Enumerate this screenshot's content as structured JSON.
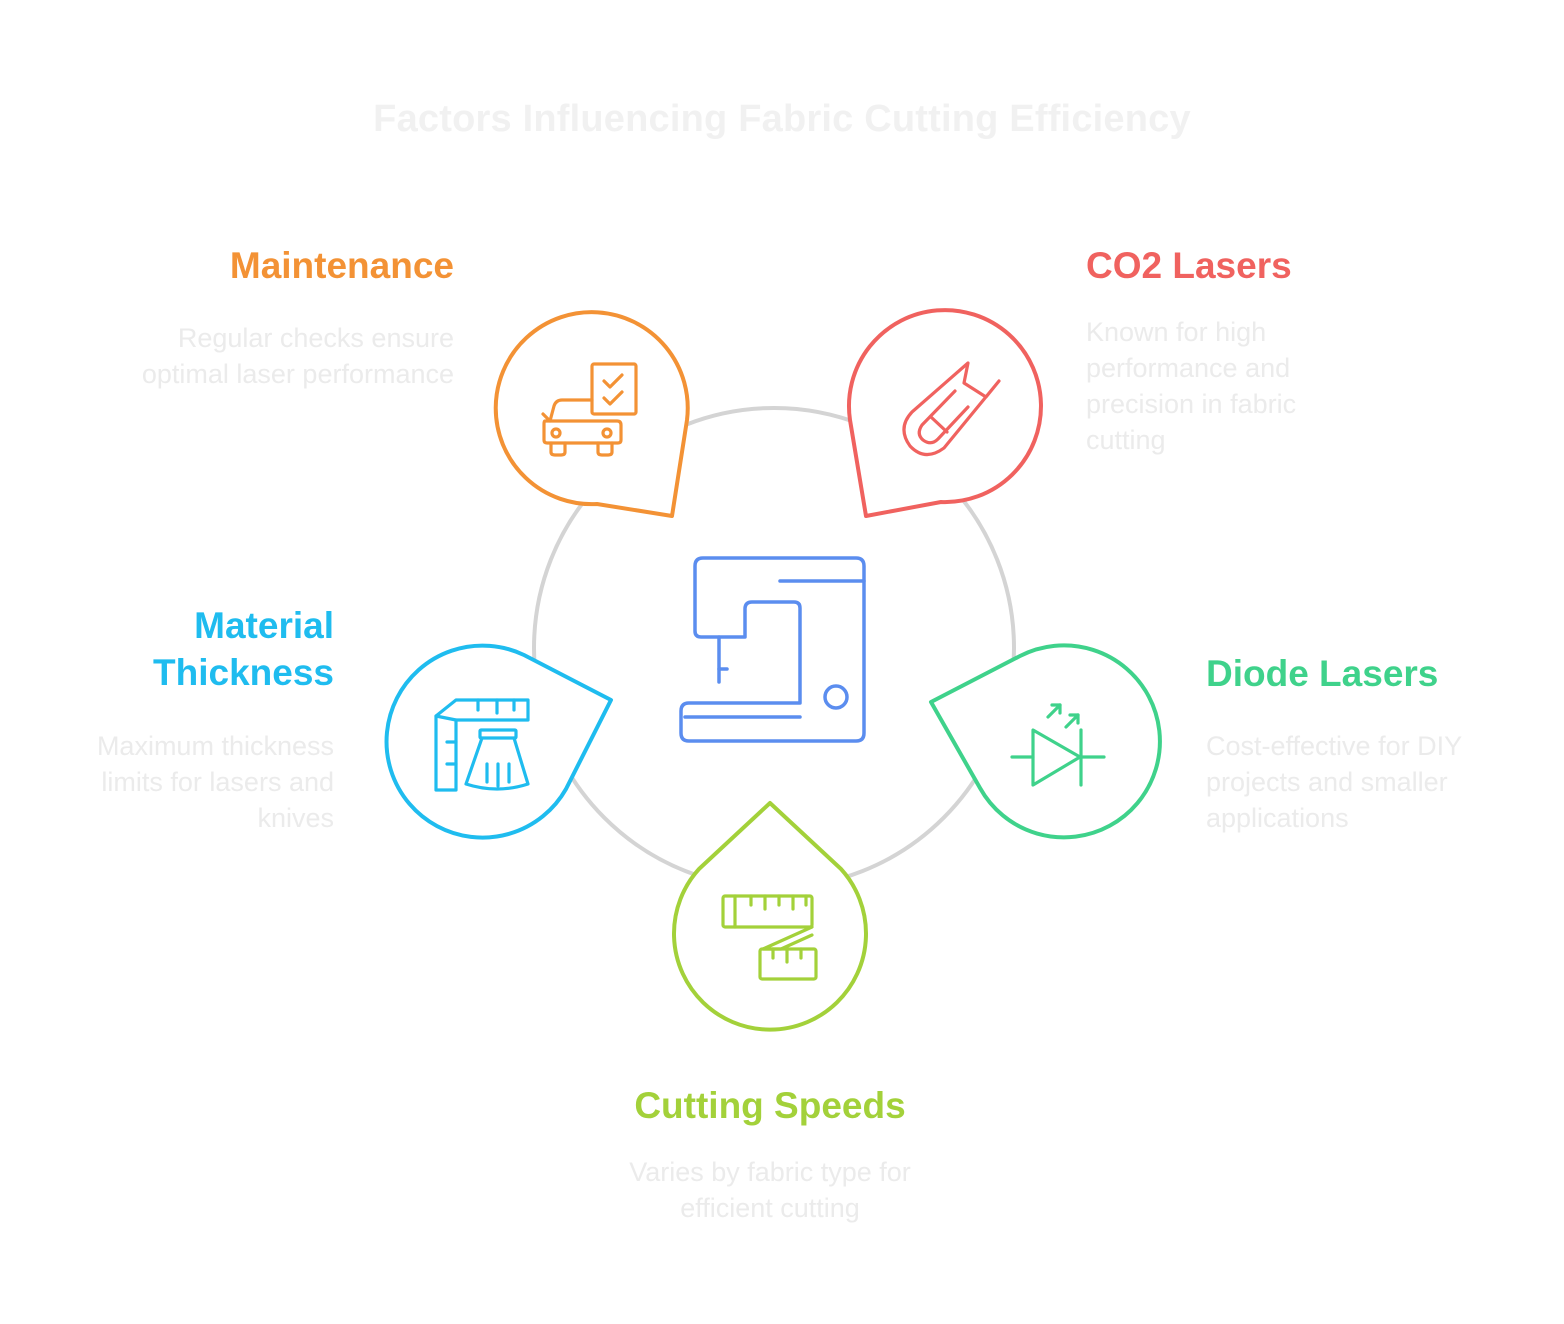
{
  "title": "Factors Influencing Fabric Cutting Efficiency",
  "colors": {
    "ring": "#d4d4d4",
    "center_icon": "#5b8def",
    "maintenance": "#f39235",
    "co2": "#f0625f",
    "diode": "#3fd28b",
    "speeds": "#a3d13a",
    "thickness": "#1fbcef",
    "description_text": "#ebebeb"
  },
  "center": {
    "icon": "sewing-machine-icon"
  },
  "factors": [
    {
      "id": "maintenance",
      "heading": "Maintenance",
      "description": "Regular checks ensure optimal laser performance",
      "icon": "vehicle-checklist-icon"
    },
    {
      "id": "co2",
      "heading": "CO2 Lasers",
      "description": "Known for high performance and precision in fabric cutting",
      "icon": "thread-snips-icon"
    },
    {
      "id": "diode",
      "heading": "Diode Lasers",
      "description": "Cost-effective for DIY projects and smaller applications",
      "icon": "led-diode-icon"
    },
    {
      "id": "speeds",
      "heading": "Cutting Speeds",
      "description": "Varies by fabric type for efficient cutting",
      "icon": "measuring-tape-icon"
    },
    {
      "id": "thickness",
      "heading": "Material Thickness",
      "heading_lines": [
        "Material",
        "Thickness"
      ],
      "description": "Maximum thickness limits for lasers and knives",
      "icon": "ruler-skirt-icon"
    }
  ]
}
